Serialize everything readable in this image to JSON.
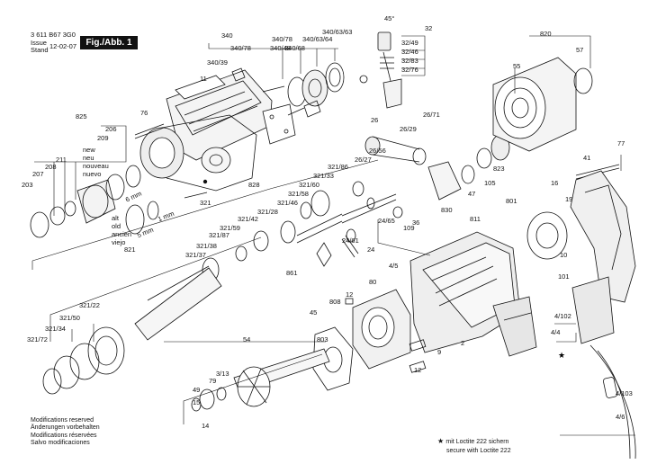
{
  "header": {
    "doc_number": "3 611 B67 3G0",
    "issue_label": "Issue",
    "stand_label": "Stand",
    "issue_date": "12-02-07",
    "figure_label": "Fig./Abb. 1"
  },
  "angle_label": "45°",
  "size_labels": [
    "6 mm",
    "5 mm",
    "1 mm"
  ],
  "variant_new": [
    "new",
    "neu",
    "nouveau",
    "nuevo"
  ],
  "variant_old": [
    "alt",
    "old",
    "ancien",
    "viejo"
  ],
  "footer_left": [
    "Modifications reserved",
    "Änderungen vorbehalten",
    "Modifications réservées",
    "Salvo modificaciones"
  ],
  "loctite_note": [
    "mit Loctite 222 sichern",
    "secure with Loctite 222"
  ],
  "part_labels": [
    "340",
    "340/78",
    "340/39",
    "340/78",
    "340/48",
    "340/68",
    "340/63/64",
    "340/63/63",
    "11",
    "76",
    "825",
    "206",
    "209",
    "203",
    "207",
    "208",
    "211",
    "321",
    "828",
    "321/86",
    "321/33",
    "321/60",
    "321/58",
    "321/46",
    "321/28",
    "321/42",
    "321/59",
    "321/87",
    "321/38",
    "821",
    "321/37",
    "321/22",
    "321/50",
    "321/34",
    "321/72",
    "26",
    "26/29",
    "26/71",
    "26/56",
    "26/27",
    "24/65",
    "24/61",
    "24",
    "861",
    "36",
    "109",
    "830",
    "47",
    "105",
    "823",
    "32",
    "32/49",
    "32/46",
    "32/83",
    "32/76",
    "820",
    "55",
    "57",
    "77",
    "41",
    "801",
    "16",
    "19",
    "811",
    "10",
    "101",
    "4/102",
    "4/4",
    "4/103",
    "4/6",
    "4/5",
    "12",
    "12",
    "80",
    "2",
    "9",
    "808",
    "45",
    "54",
    "803",
    "3/13",
    "79",
    "49",
    "14",
    "15",
    "14"
  ]
}
